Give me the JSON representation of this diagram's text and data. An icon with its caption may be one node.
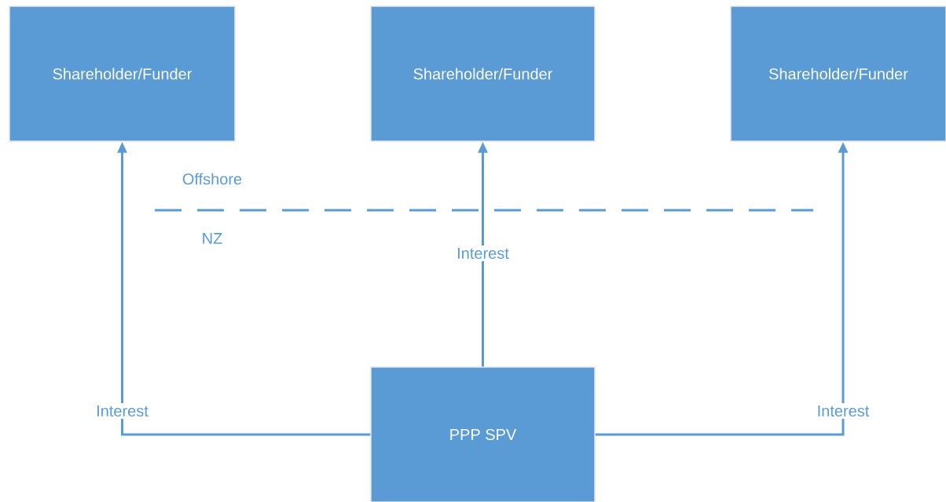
{
  "diagram": {
    "nodes": [
      {
        "text": [
          "Shareholder/Funder"
        ]
      },
      {
        "text": [
          "Shareholder/Funder"
        ]
      },
      {
        "text": [
          "Shareholder/Funder"
        ]
      },
      {
        "text": [
          "PPP SPV"
        ]
      }
    ],
    "edges": [
      {
        "from": 3,
        "to": 0,
        "arrow": "to",
        "label": "Interest"
      },
      {
        "from": 3,
        "to": 1,
        "arrow": "to",
        "label": "Interest"
      },
      {
        "from": 3,
        "to": 2,
        "arrow": "to",
        "label": "Interest"
      }
    ],
    "labels": [
      "Offshore",
      "NZ"
    ]
  }
}
